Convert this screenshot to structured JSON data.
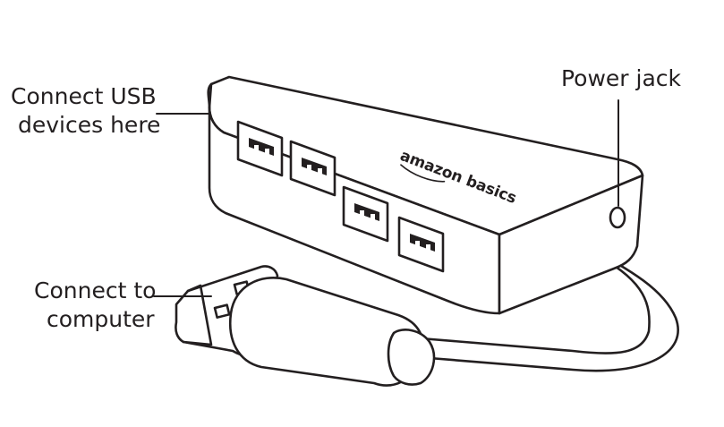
{
  "callouts": {
    "usb_ports": [
      "Connect USB",
      "devices here"
    ],
    "computer": [
      "Connect to",
      "computer"
    ],
    "power": "Power jack"
  },
  "product": {
    "brand": "amazon basics"
  },
  "colors": {
    "line": "#231f20",
    "background": "#ffffff"
  }
}
